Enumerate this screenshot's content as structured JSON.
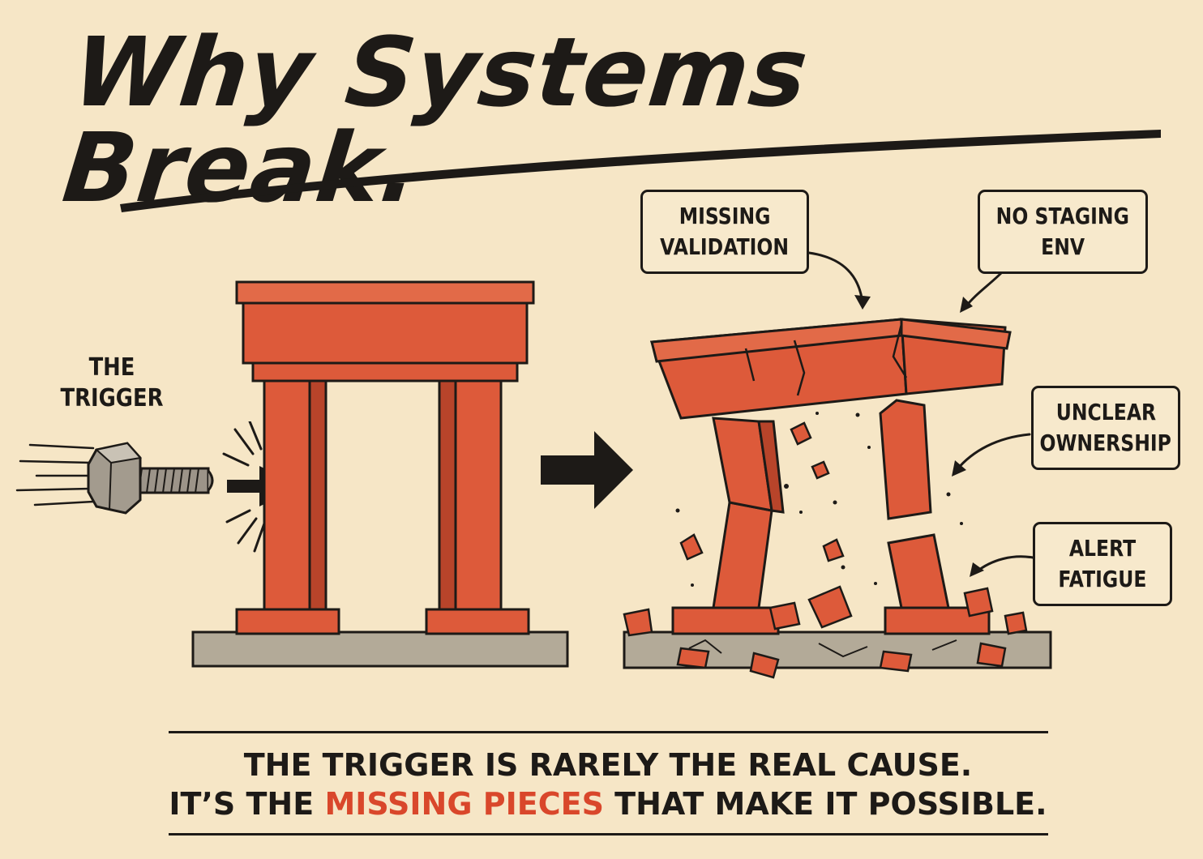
{
  "title": "Why Systems Break.",
  "trigger_label": {
    "line1": "THE",
    "line2": "TRIGGER"
  },
  "callouts": [
    {
      "line1": "MISSING",
      "line2": "VALIDATION"
    },
    {
      "line1": "NO STAGING",
      "line2": "ENV"
    },
    {
      "line1": "UNCLEAR",
      "line2": "OWNERSHIP"
    },
    {
      "line1": "ALERT",
      "line2": "FATIGUE"
    }
  ],
  "caption": {
    "line1": "THE TRIGGER IS RARELY THE REAL CAUSE.",
    "line2_before": "IT’S THE ",
    "line2_highlight": "MISSING PIECES",
    "line2_after": " THAT MAKE IT POSSIBLE."
  },
  "colors": {
    "background": "#f6e6c6",
    "brick": "#dd5a3a",
    "ink": "#1d1a17",
    "highlight": "#d9472b",
    "concrete": "#b3aa98"
  },
  "icons": [
    "bolt-icon",
    "arrow-right-icon",
    "intact-arch-icon",
    "broken-arch-icon"
  ]
}
